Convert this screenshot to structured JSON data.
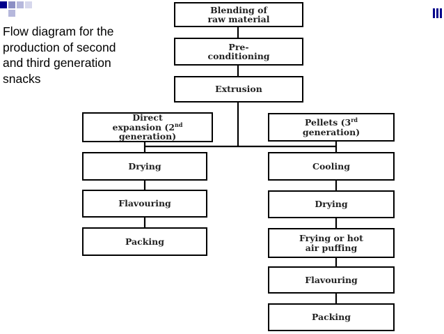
{
  "caption": "Flow diagram for the\n production of second\nand third generation\nsnacks",
  "colors": {
    "accent": "#00008b",
    "decor": "#8c8fc4",
    "line": "#000000"
  },
  "steps": {
    "blending": "Blending of\nraw material",
    "preconditioning": "Pre-\nconditioning",
    "extrusion": "Extrusion",
    "direct_a": "Direct\nexpansion (2",
    "direct_sup": "nd",
    "direct_b": "\ngeneration)",
    "pellets_a": "Pellets (3",
    "pellets_sup": "rd",
    "pellets_b": "\ngeneration)",
    "left_drying": "Drying",
    "left_flavouring": "Flavouring",
    "left_packing": "Packing",
    "right_cooling": "Cooling",
    "right_drying": "Drying",
    "right_frying": "Frying or hot\nair puffing",
    "right_flavouring": "Flavouring",
    "right_packing": "Packing"
  }
}
